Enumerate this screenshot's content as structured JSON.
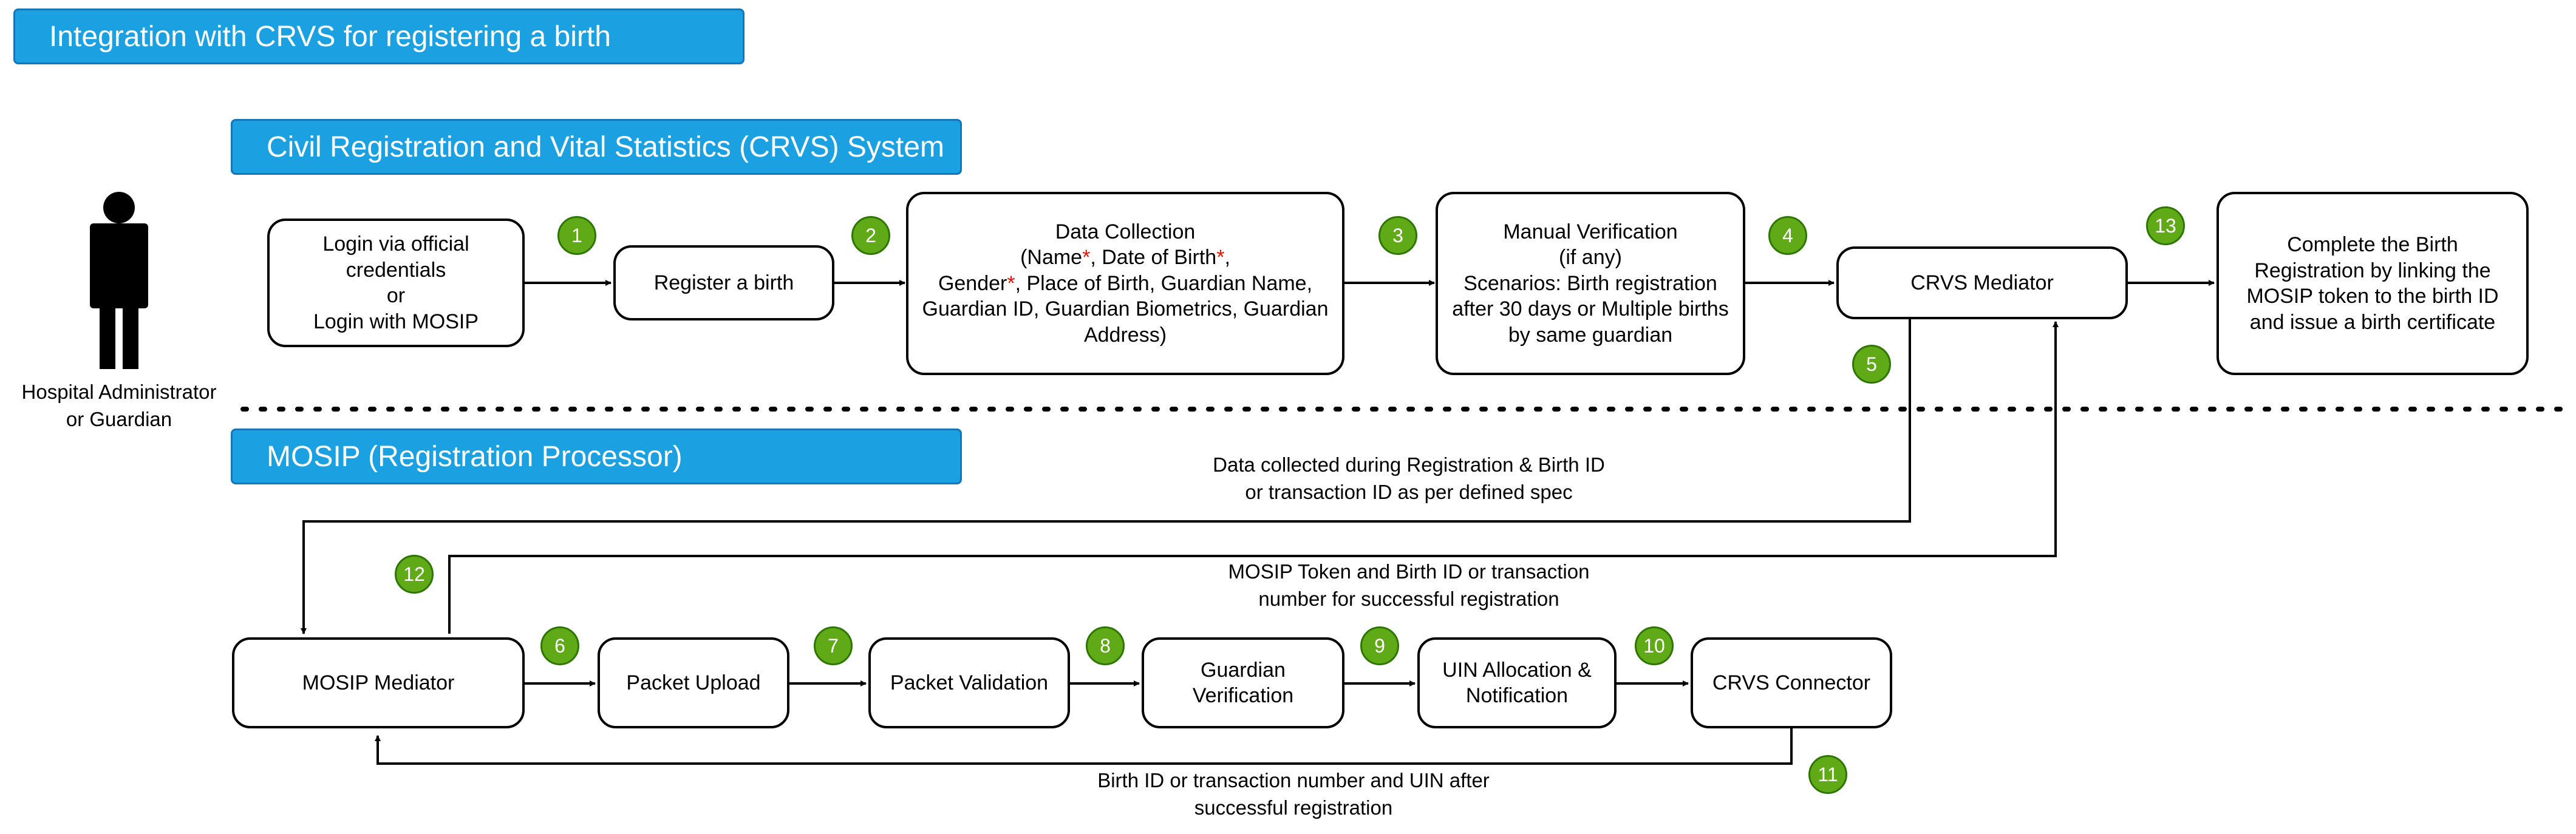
{
  "title": "Integration with CRVS for registering a birth",
  "sections": {
    "crvs": "Civil Registration and Vital Statistics (CRVS) System",
    "mosip": "MOSIP (Registration Processor)"
  },
  "actor": {
    "label": "Hospital Administrator\nor Guardian",
    "icon": "person-icon"
  },
  "crvs_boxes": {
    "login": "Login via official\ncredentials\nor\nLogin with MOSIP",
    "register": "Register a birth",
    "data_collection": {
      "line1": "Data Collection",
      "p1": "(Name",
      "p2": ", Date of Birth",
      "p3": ",",
      "p4": "Gender",
      "p5": ", Place of Birth, Guardian Name,",
      "line4": "Guardian ID, Guardian Biometrics, Guardian",
      "line5": "Address)",
      "required_marker": "*"
    },
    "manual_verification": "Manual Verification\n(if any)\nScenarios: Birth registration\nafter 30 days or Multiple births\nby same guardian",
    "mediator": "CRVS Mediator",
    "complete": "Complete the Birth\nRegistration by linking the\nMOSIP token to the birth ID\nand issue a birth certificate"
  },
  "mosip_boxes": {
    "mediator": "MOSIP Mediator",
    "packet_upload": "Packet Upload",
    "packet_validation": "Packet Validation",
    "guardian_verification": "Guardian\nVerification",
    "uin_allocation": "UIN Allocation &\nNotification",
    "crvs_connector": "CRVS Connector"
  },
  "edge_labels": {
    "data_sent": "Data collected during Registration & Birth ID\nor transaction ID as per defined spec",
    "token_return": "MOSIP Token and Birth ID or transaction\nnumber for successful registration",
    "uin_return": "Birth ID or transaction number and UIN after\nsuccessful registration"
  },
  "steps": [
    "1",
    "2",
    "3",
    "4",
    "5",
    "6",
    "7",
    "8",
    "9",
    "10",
    "11",
    "12",
    "13"
  ],
  "colors": {
    "banner": "#1ba1e2",
    "badge": "#60a917",
    "required": "#e51400"
  }
}
